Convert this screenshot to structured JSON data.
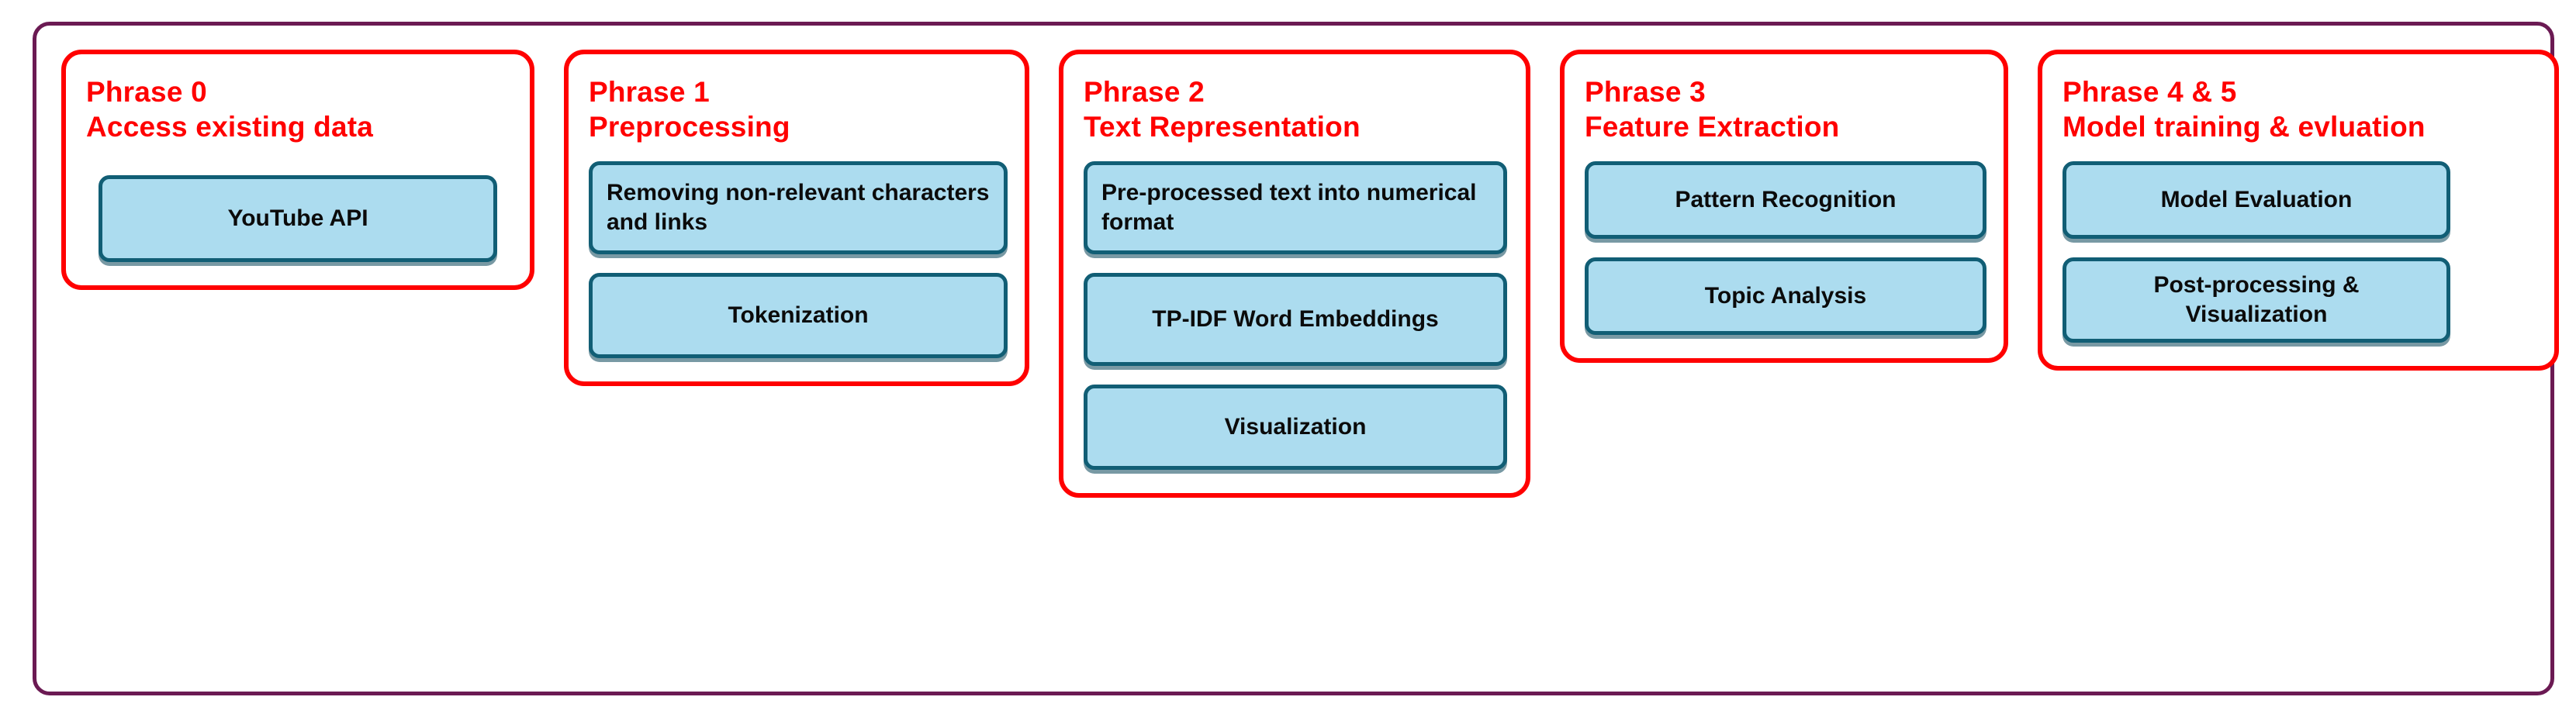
{
  "diagram": {
    "title_text": "",
    "colors": {
      "outer_frame": "#6B1A53",
      "phase_border": "#FF0000",
      "phase_title_text": "#FF0000",
      "node_fill": "#ACDCEF",
      "node_border": "#115E75",
      "node_text": "#0B0B0B",
      "background": "#FFFFFF"
    },
    "phases": [
      {
        "id": "phase-0",
        "label_line1": "Phrase  0",
        "label_line2": "Access existing data",
        "align": "center",
        "nodes": [
          {
            "label": "YouTube API"
          }
        ]
      },
      {
        "id": "phase-1",
        "label_line1": "Phrase  1",
        "label_line2": "Preprocessing",
        "align": "mixed",
        "nodes": [
          {
            "label": "Removing non-relevant characters and links"
          },
          {
            "label": "Tokenization"
          }
        ]
      },
      {
        "id": "phase-2",
        "label_line1": "Phrase  2",
        "label_line2": "Text Representation",
        "align": "mixed",
        "nodes": [
          {
            "label": "Pre-processed text into numerical format"
          },
          {
            "label": "TP-IDF Word Embeddings"
          },
          {
            "label": "Visualization"
          }
        ]
      },
      {
        "id": "phase-3",
        "label_line1": "Phrase  3",
        "label_line2": "Feature Extraction",
        "align": "center",
        "nodes": [
          {
            "label": "Pattern Recognition"
          },
          {
            "label": "Topic Analysis"
          }
        ]
      },
      {
        "id": "phase-4-5",
        "label_line1": "Phrase  4 & 5",
        "label_line2": "Model training & evluation",
        "align": "center",
        "nodes": [
          {
            "label": "Model Evaluation"
          },
          {
            "label": "Post-processing & Visualization"
          }
        ]
      }
    ]
  }
}
